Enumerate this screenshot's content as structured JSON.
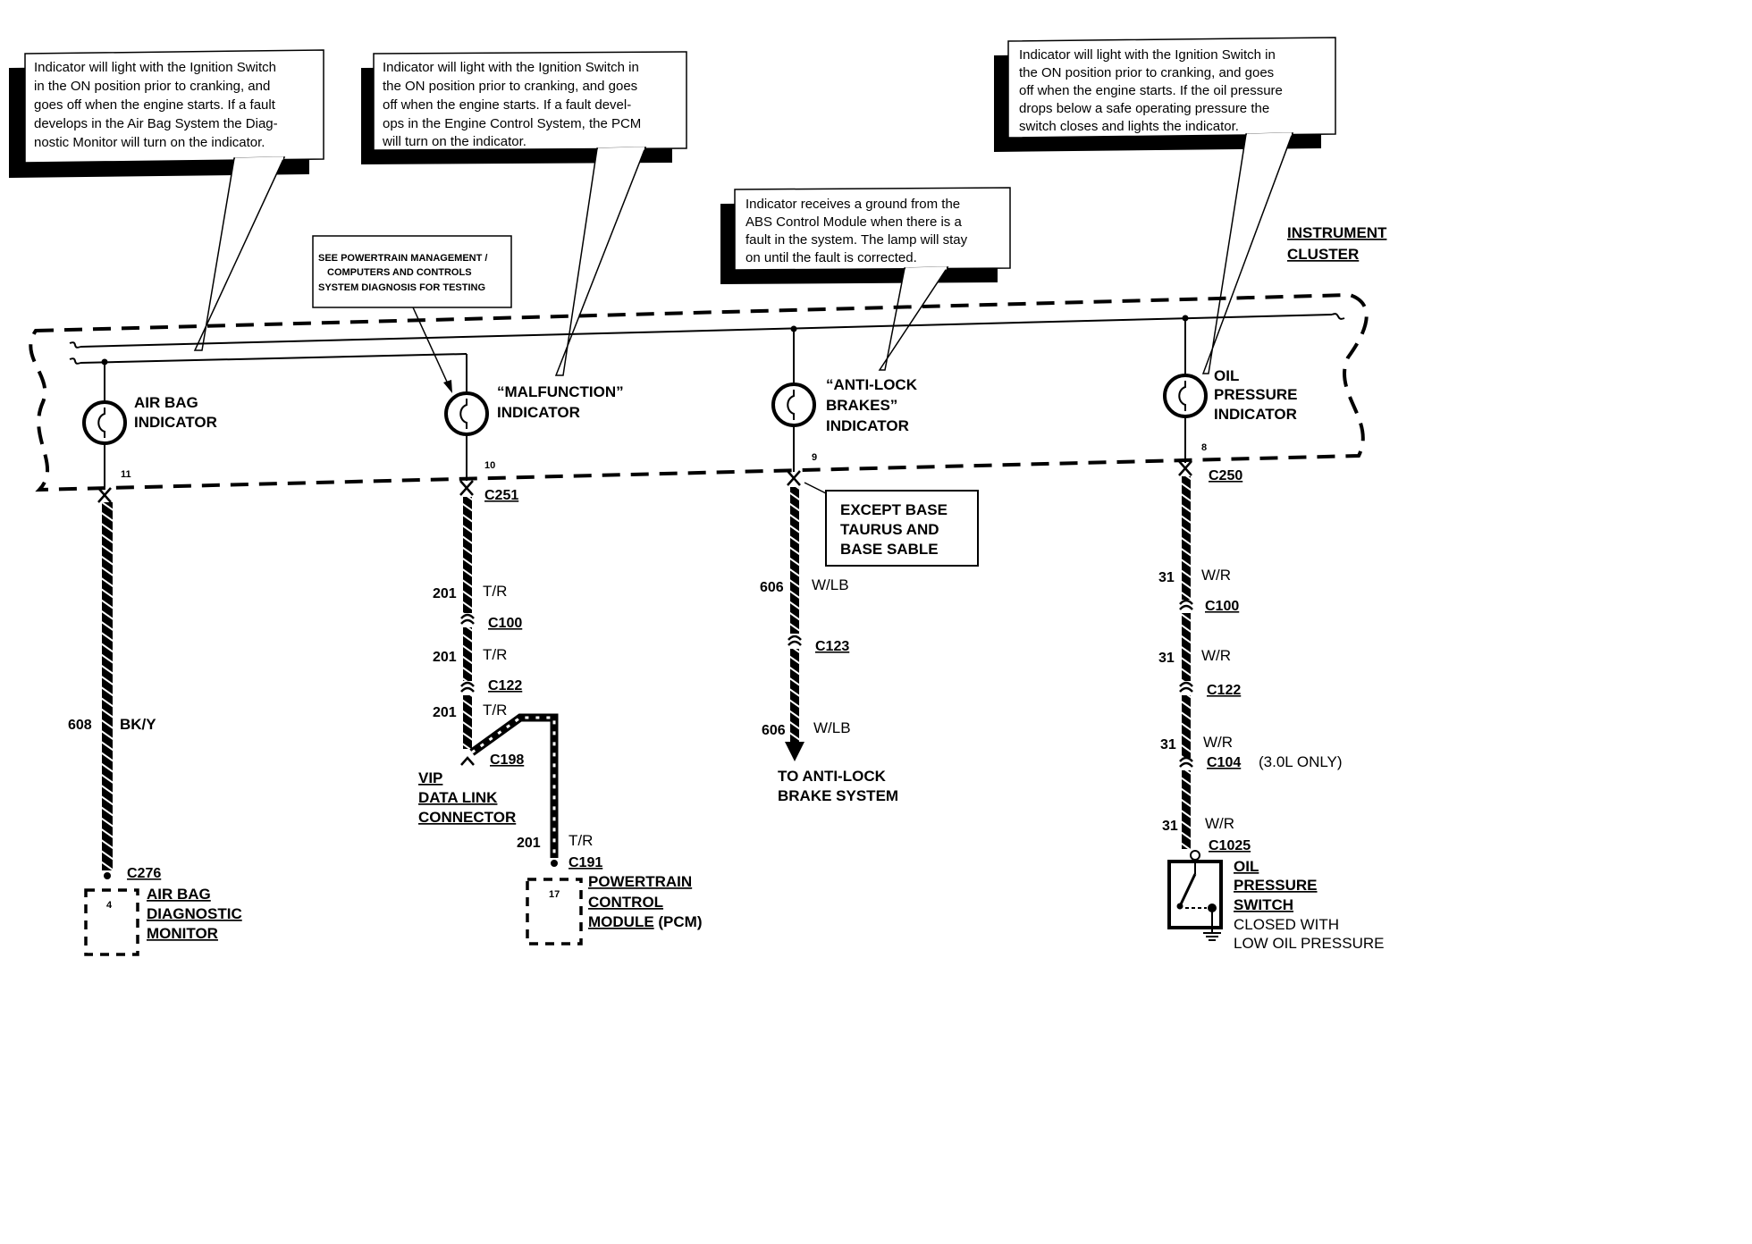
{
  "callouts": {
    "airbag": {
      "lines": [
        "Indicator will light with the Ignition Switch",
        "in the ON position prior to cranking, and",
        "goes off when the engine starts.  If a fault",
        "develops in the Air Bag System the Diag-",
        "nostic Monitor will turn on the indicator."
      ]
    },
    "malfunction": {
      "lines": [
        "Indicator will light with the Ignition Switch in",
        "the ON position prior to cranking, and goes",
        "off when the engine starts.  If a fault devel-",
        "ops in the Engine Control System, the PCM",
        "will turn on the indicator."
      ]
    },
    "powertrain_note": {
      "lines": [
        "SEE POWERTRAIN MANAGEMENT /",
        "COMPUTERS AND CONTROLS",
        "SYSTEM DIAGNOSIS  FOR TESTING"
      ]
    },
    "abs": {
      "lines": [
        "Indicator receives a ground from the",
        "ABS Control Module when there is a",
        "fault in the system.  The lamp will stay",
        "on until the fault is corrected."
      ]
    },
    "oil": {
      "lines": [
        "Indicator will light with the Ignition Switch in",
        "the ON position prior to cranking, and goes",
        "off when the engine starts.  If the oil pressure",
        "drops below a safe operating pressure the",
        "switch closes and lights the indicator."
      ]
    },
    "except_base": {
      "lines": [
        "EXCEPT BASE",
        "TAURUS AND",
        "BASE SABLE"
      ]
    }
  },
  "instrument_cluster": {
    "lines": [
      "INSTRUMENT",
      "CLUSTER"
    ]
  },
  "indicators": {
    "airbag": {
      "lines": [
        "AIR BAG",
        "INDICATOR"
      ],
      "pin": "11"
    },
    "malfunction": {
      "lines": [
        "“MALFUNCTION”",
        "INDICATOR"
      ],
      "pin": "10"
    },
    "abs": {
      "lines": [
        "“ANTI-LOCK",
        "BRAKES”",
        "INDICATOR"
      ],
      "pin": "9"
    },
    "oil": {
      "lines": [
        "OIL",
        "PRESSURE",
        "INDICATOR"
      ],
      "pin": "8"
    }
  },
  "circuits": {
    "airbag": {
      "cluster_connector": "",
      "wire_num": "608",
      "wire_color": "BK/Y",
      "end_connector": "C276",
      "end_pin": "4",
      "component_lines": [
        "AIR BAG",
        "DIAGNOSTIC",
        "MONITOR"
      ]
    },
    "malfunction": {
      "cluster_connector": "C251",
      "segments": [
        {
          "num": "201",
          "color": "T/R"
        },
        {
          "num": "201",
          "color": "T/R"
        },
        {
          "num": "201",
          "color": "T/R"
        },
        {
          "num": "201",
          "color": "T/R"
        }
      ],
      "connectors": [
        "C100",
        "C122",
        "C198",
        "C191"
      ],
      "vip_lines": [
        "VIP",
        "DATA LINK",
        "CONNECTOR"
      ],
      "end_pin": "17",
      "component_lines": [
        "POWERTRAIN",
        "CONTROL",
        "MODULE"
      ],
      "component_suffix": " (PCM)"
    },
    "abs": {
      "cluster_connector": "",
      "segments": [
        {
          "num": "606",
          "color": "W/LB"
        },
        {
          "num": "606",
          "color": "W/LB"
        }
      ],
      "connectors": [
        "C123"
      ],
      "destination_lines": [
        "TO ANTI-LOCK",
        "BRAKE SYSTEM"
      ]
    },
    "oil": {
      "cluster_connector": "C250",
      "segments": [
        {
          "num": "31",
          "color": "W/R"
        },
        {
          "num": "31",
          "color": "W/R"
        },
        {
          "num": "31",
          "color": "W/R"
        },
        {
          "num": "31",
          "color": "W/R"
        }
      ],
      "connectors": [
        "C100",
        "C122",
        "C104",
        "C1025"
      ],
      "c104_note": "(3.0L ONLY)",
      "switch_lines": [
        "OIL",
        "PRESSURE",
        "SWITCH"
      ],
      "switch_note_lines": [
        "CLOSED WITH",
        "LOW OIL PRESSURE"
      ]
    }
  }
}
